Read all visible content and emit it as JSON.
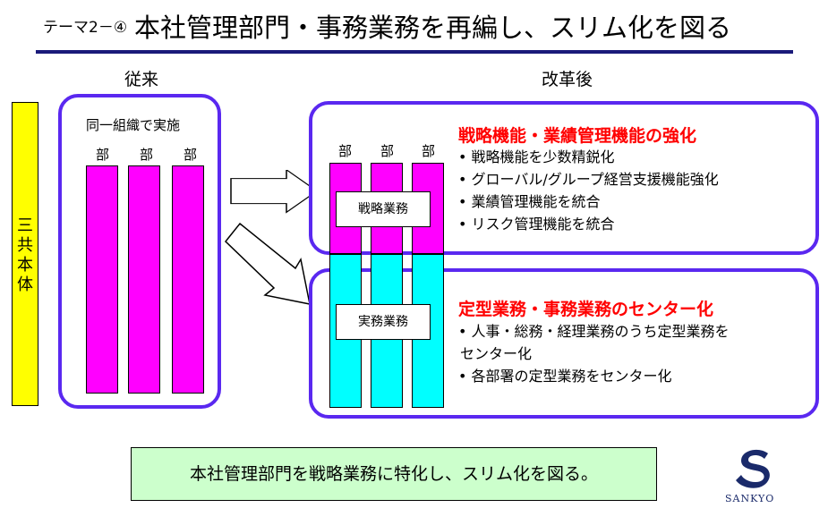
{
  "title": {
    "prefix": "テーマ2－④",
    "main": "本社管理部門・事務業務を再編し、スリム化を図る"
  },
  "columns": {
    "before": "従来",
    "after": "改革後"
  },
  "sanko_label": "三共本体",
  "before": {
    "caption": "同一組織で実施",
    "departments": [
      "部",
      "部",
      "部"
    ]
  },
  "after": {
    "departments": [
      "部",
      "部",
      "部"
    ],
    "strategy_box": "戦略業務",
    "practice_box": "実務業務",
    "top_panel": {
      "heading": "戦略機能・業績管理機能の強化",
      "bullets": [
        "戦略機能を少数精鋭化",
        "グローバル/グループ経営支援機能強化",
        "業績管理機能を統合",
        "リスク管理機能を統合"
      ]
    },
    "bottom_panel": {
      "heading": "定型業務・事務業務のセンター化",
      "bullets": [
        "人事・総務・経理業務のうち定型業務を",
        "センター化",
        "各部署の定型業務をセンター化"
      ]
    }
  },
  "footer": "本社管理部門を戦略業務に特化し、スリム化を図る。",
  "logo": {
    "text": "SANKYO",
    "icon": "sankyo-logo-mark"
  },
  "colors": {
    "frame": "#5a28f0",
    "strategy": "#ff00ff",
    "practice": "#00ffff",
    "heading": "#ff0000",
    "footer_bg": "#ccffcc",
    "sanko_bar": "#ffff00"
  }
}
